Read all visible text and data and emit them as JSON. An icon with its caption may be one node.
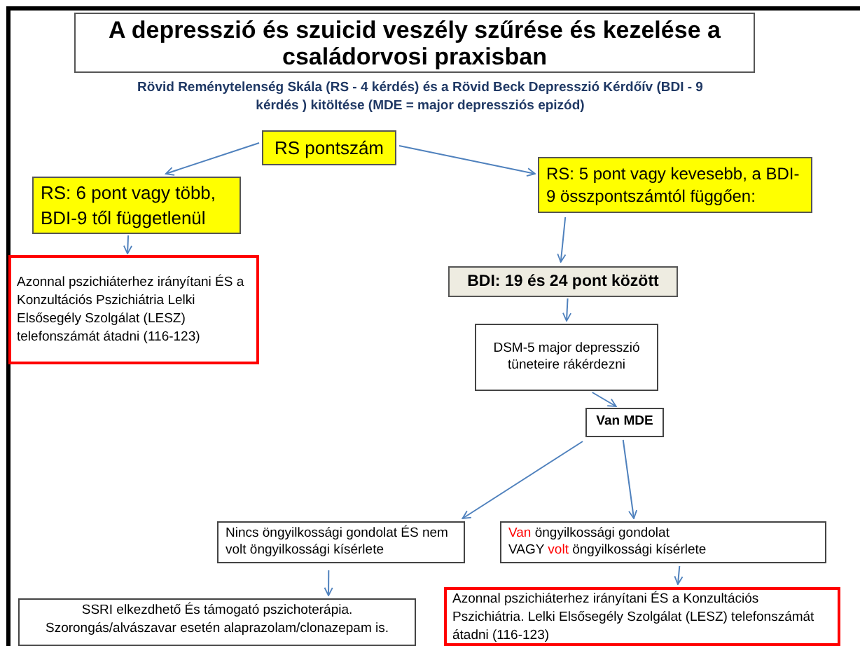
{
  "diagram": {
    "title": "A depresszió és szuicid veszély szűrése és kezelése a családorvosi praxisban",
    "nodes": [
      {
        "text": [
          "RS pontszám"
        ]
      },
      {
        "text": [
          "RS: 6 pont vagy több, BDI-9 től függetlenül"
        ]
      },
      {
        "text": [
          "RS: 5 pont vagy kevesebb, a BDI-9 összpontszámtól függően:"
        ]
      },
      {
        "text": [
          "Azonnal pszichiáterhez irányítani ÉS a Konzultációs Pszichiátria Lelki Elsősegély Szolgálat (LESZ) telefonszámát átadni (116-123)"
        ]
      },
      {
        "text": [
          "BDI: 19 és 24 pont között"
        ]
      },
      {
        "text": [
          "DSM-5 major depresszió tüneteire rákérdezni"
        ]
      },
      {
        "text": [
          "Van MDE"
        ]
      },
      {
        "text": [
          "Nincs öngyilkossági gondolat ÉS nem volt öngyilkossági kísérlete"
        ]
      },
      {
        "text": [
          "Van öngyilkossági gondolat",
          "VAGY volt öngyilkossági kísérlete"
        ]
      },
      {
        "text": [
          "SSRI elkezdhető És támogató pszichoterápia. Szorongás/alvászavar esetén alaprazolam/clonazepam is."
        ]
      },
      {
        "text": [
          "Azonnal pszichiáterhez irányítani ÉS a Konzultációs Pszichiátria. Lelki Elsősegély Szolgálat (LESZ) telefonszámát átadni (116-123)"
        ]
      }
    ],
    "edges": [
      {
        "from": 0,
        "to": 1,
        "arrow": "to"
      },
      {
        "from": 0,
        "to": 2,
        "arrow": "to"
      },
      {
        "from": 1,
        "to": 3,
        "arrow": "to"
      },
      {
        "from": 2,
        "to": 4,
        "arrow": "to"
      },
      {
        "from": 4,
        "to": 5,
        "arrow": "to"
      },
      {
        "from": 5,
        "to": 6,
        "arrow": "to"
      },
      {
        "from": 6,
        "to": 7,
        "arrow": "to"
      },
      {
        "from": 6,
        "to": 8,
        "arrow": "to"
      },
      {
        "from": 7,
        "to": 9,
        "arrow": "to"
      },
      {
        "from": 8,
        "to": 10,
        "arrow": "to"
      }
    ],
    "labels": [
      "Rövid Reménytelenség Skála (RS - 4 kérdés) és a Rövid Beck Depresszió Kérdőív (BDI - 9 kérdés ) kitöltése (MDE = major depressziós epizód)"
    ]
  }
}
